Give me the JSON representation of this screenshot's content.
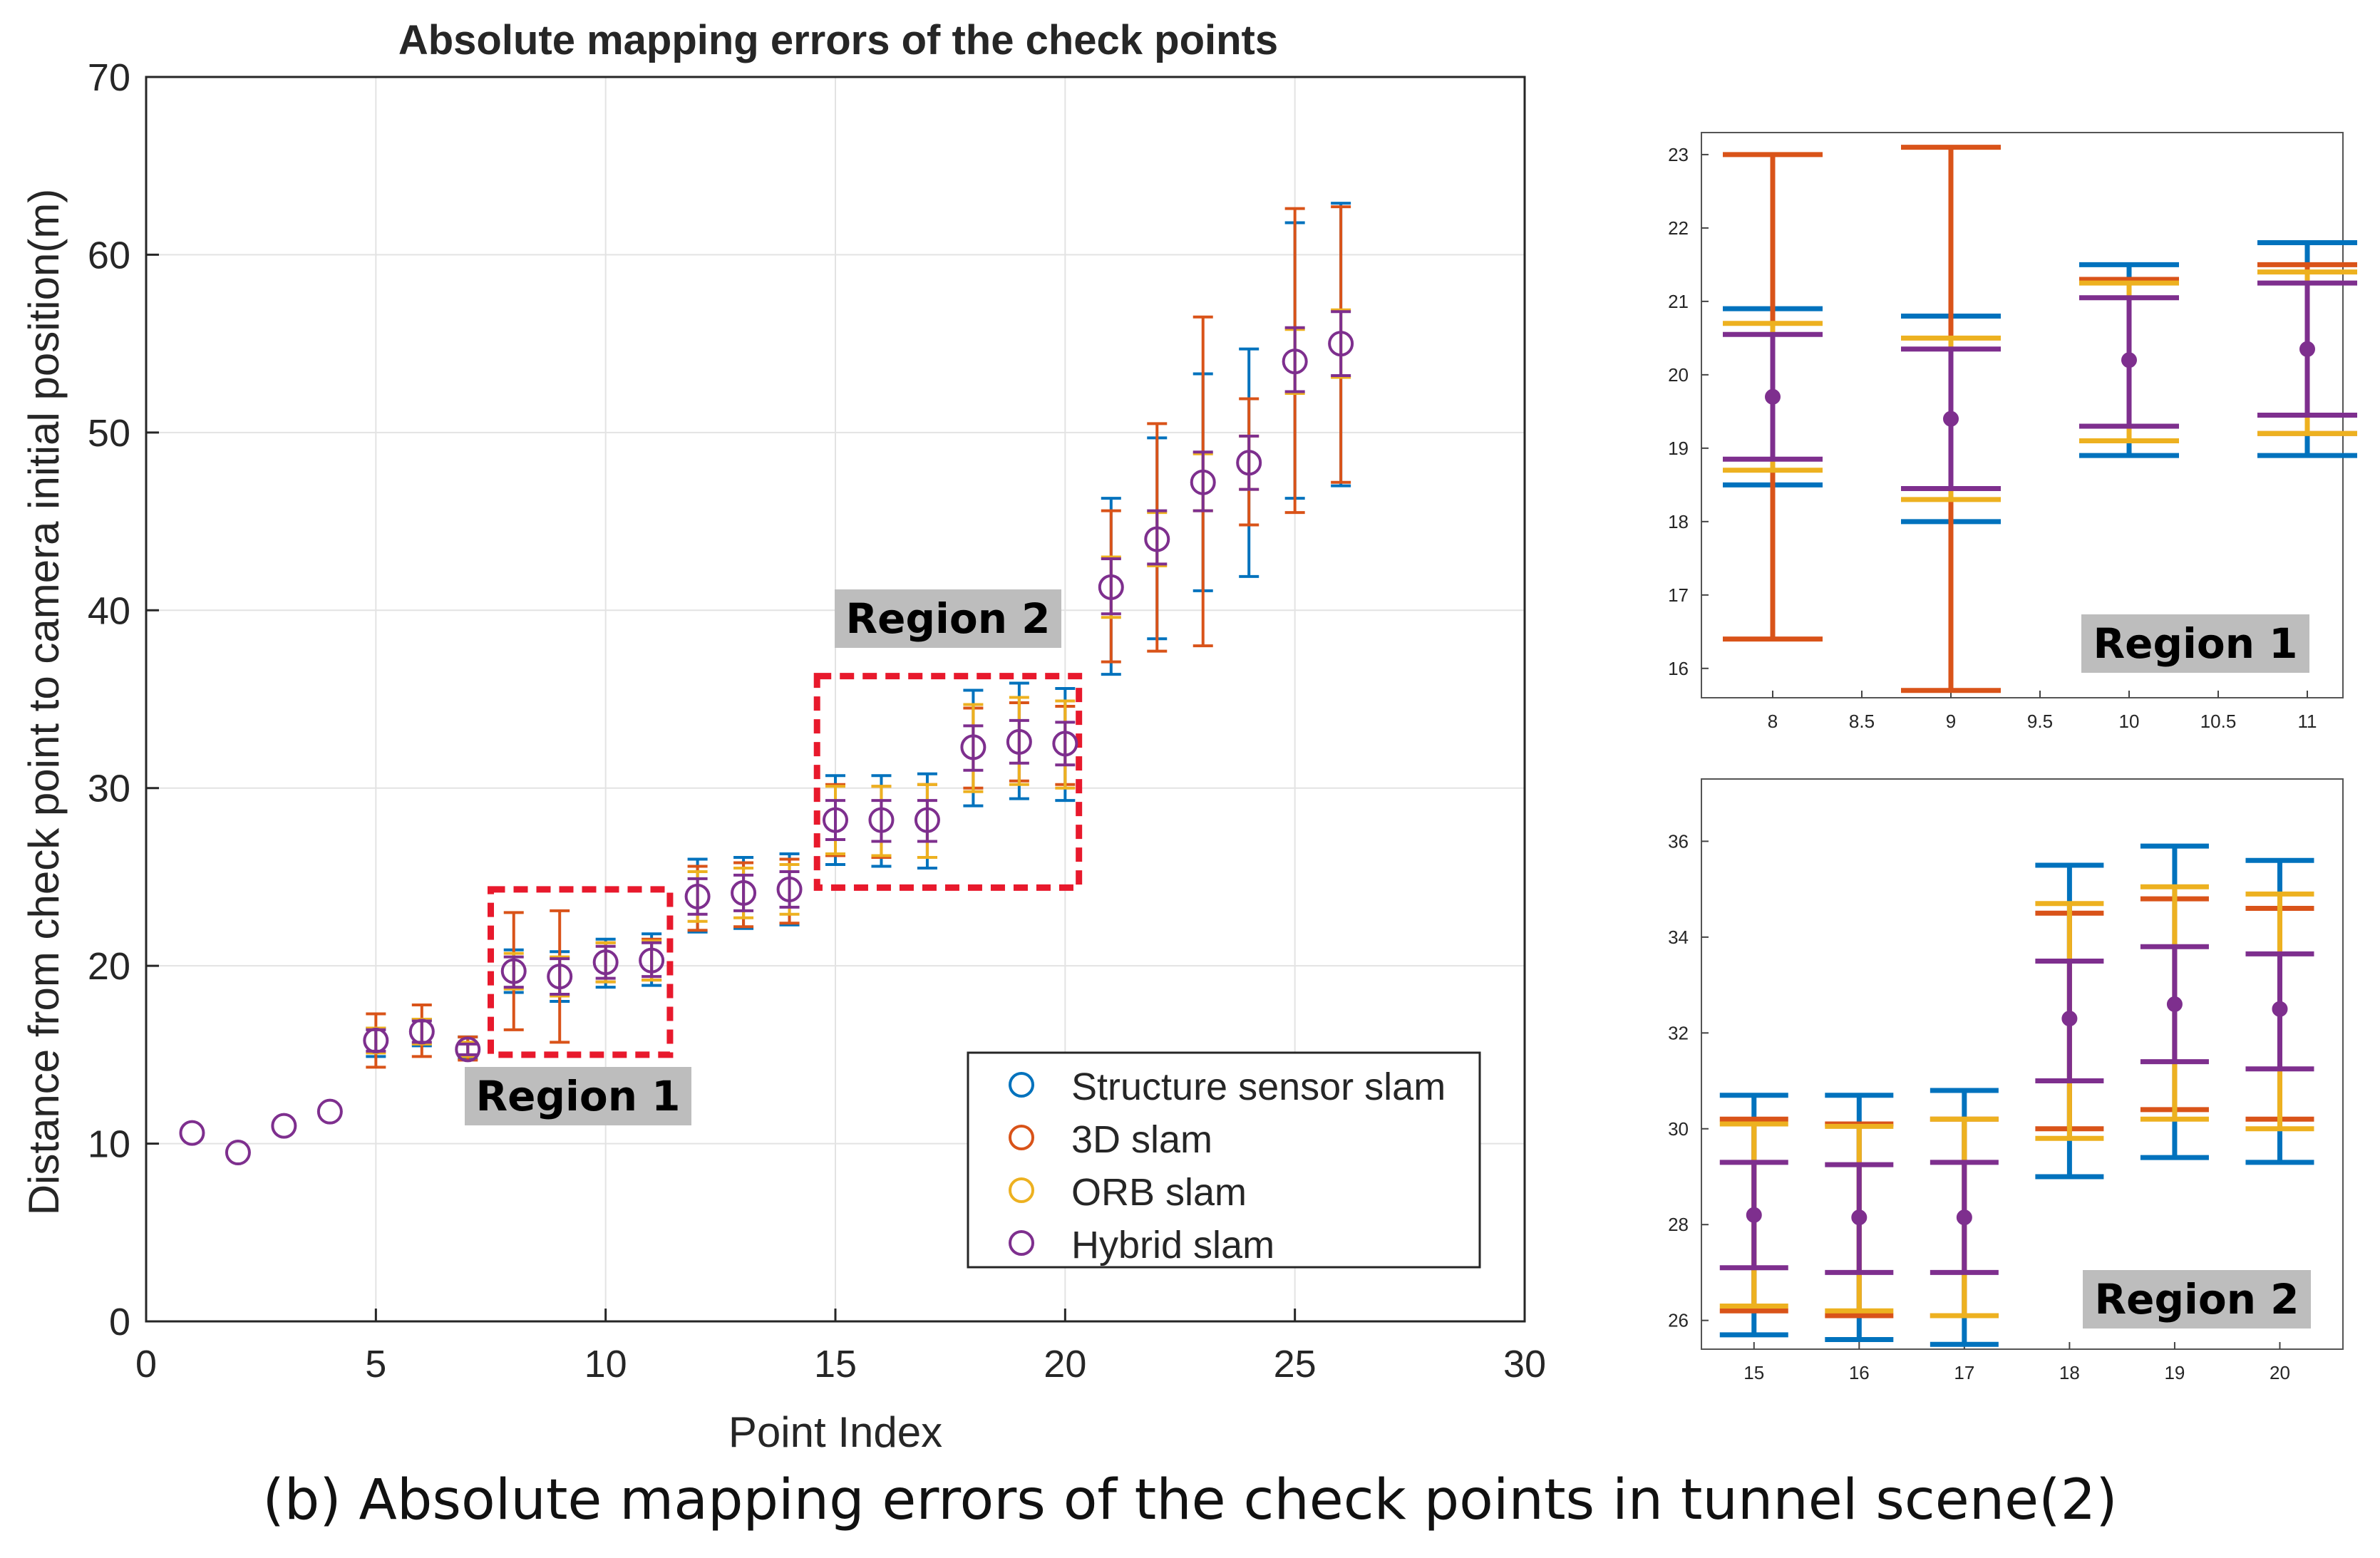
{
  "caption": "(b) Absolute mapping errors of the check points in tunnel scene(2)",
  "colors": {
    "structure": "#0072BD",
    "slam3d": "#D95319",
    "orb": "#EDB120",
    "hybrid": "#7E2F8E",
    "region_box": "#E8192C",
    "region_label_bg": "#BDBDBD"
  },
  "chart_data": [
    {
      "id": "main",
      "type": "scatter",
      "title": "Absolute mapping errors of the check points",
      "xlabel": "Point Index",
      "ylabel": "Distance from check point to camera initial position(m)",
      "xlim": [
        0,
        30
      ],
      "ylim": [
        0,
        70
      ],
      "xticks": [
        0,
        5,
        10,
        15,
        20,
        25,
        30
      ],
      "yticks": [
        0,
        10,
        20,
        30,
        40,
        50,
        60,
        70
      ],
      "grid": true,
      "legend_position": "bottom-right",
      "legend": [
        "Structure sensor slam",
        "3D slam",
        "ORB slam",
        "Hybrid slam"
      ],
      "x": [
        1,
        2,
        3,
        4,
        5,
        6,
        7,
        8,
        9,
        10,
        11,
        12,
        13,
        14,
        15,
        16,
        17,
        18,
        19,
        20,
        21,
        22,
        23,
        24,
        25,
        26
      ],
      "y": [
        10.6,
        9.5,
        11.0,
        11.8,
        15.8,
        16.3,
        15.3,
        19.7,
        19.4,
        20.2,
        20.3,
        23.9,
        24.1,
        24.3,
        28.2,
        28.2,
        28.2,
        32.3,
        32.6,
        32.5,
        41.3,
        44.0,
        47.2,
        48.3,
        54.0,
        55.0
      ],
      "series": [
        {
          "name": "Structure sensor slam",
          "key": "structure",
          "lo": [
            10.6,
            9.5,
            11.0,
            11.8,
            14.9,
            15.5,
            14.8,
            18.5,
            18.0,
            18.8,
            18.9,
            21.9,
            22.1,
            22.3,
            25.7,
            25.6,
            25.5,
            29.0,
            29.4,
            29.3,
            36.4,
            38.4,
            41.1,
            41.9,
            46.3,
            47.0
          ],
          "hi": [
            10.6,
            9.5,
            11.0,
            11.8,
            16.5,
            17.0,
            16.0,
            20.9,
            20.8,
            21.5,
            21.8,
            26.0,
            26.1,
            26.3,
            30.7,
            30.7,
            30.8,
            35.5,
            35.9,
            35.6,
            46.3,
            49.7,
            53.3,
            54.7,
            61.8,
            62.9
          ]
        },
        {
          "name": "3D slam",
          "key": "slam3d",
          "lo": [
            10.6,
            9.5,
            11.0,
            11.8,
            14.3,
            14.9,
            14.7,
            16.4,
            15.7,
            19.1,
            19.2,
            22.0,
            22.2,
            22.4,
            26.2,
            26.1,
            26.1,
            30.0,
            30.4,
            30.2,
            37.1,
            37.7,
            38.0,
            44.8,
            45.5,
            47.2
          ],
          "hi": [
            10.6,
            9.5,
            11.0,
            11.8,
            17.3,
            17.8,
            16.0,
            23.0,
            23.1,
            21.3,
            21.5,
            25.6,
            25.8,
            26.0,
            30.2,
            30.1,
            30.2,
            34.5,
            34.8,
            34.6,
            45.6,
            50.5,
            56.5,
            51.9,
            62.6,
            62.7
          ]
        },
        {
          "name": "ORB slam",
          "key": "orb",
          "lo": [
            10.6,
            9.5,
            11.0,
            11.8,
            15.1,
            15.6,
            14.9,
            18.7,
            18.3,
            19.1,
            19.2,
            22.5,
            22.7,
            22.9,
            26.3,
            26.2,
            26.1,
            29.8,
            30.2,
            30.0,
            39.6,
            42.5,
            45.6,
            46.8,
            52.2,
            53.1
          ],
          "hi": [
            10.6,
            9.5,
            11.0,
            11.8,
            16.5,
            17.0,
            15.7,
            20.7,
            20.5,
            21.3,
            21.4,
            25.3,
            25.5,
            25.7,
            30.1,
            30.1,
            30.2,
            34.7,
            35.1,
            34.9,
            43.0,
            45.5,
            48.8,
            49.8,
            55.8,
            56.9
          ]
        },
        {
          "name": "Hybrid slam",
          "key": "hybrid",
          "lo": [
            10.6,
            9.5,
            11.0,
            11.8,
            15.2,
            15.7,
            15.0,
            18.8,
            18.4,
            19.3,
            19.4,
            22.9,
            23.1,
            23.3,
            27.1,
            27.0,
            27.0,
            31.0,
            31.4,
            31.3,
            39.8,
            42.6,
            45.6,
            46.8,
            52.3,
            53.2
          ],
          "hi": [
            10.6,
            9.5,
            11.0,
            11.8,
            16.4,
            16.9,
            15.6,
            20.5,
            20.4,
            21.1,
            21.3,
            24.9,
            25.1,
            25.3,
            29.3,
            29.3,
            29.3,
            33.5,
            33.8,
            33.7,
            42.9,
            45.6,
            48.9,
            49.8,
            55.9,
            56.8
          ]
        }
      ],
      "regions": [
        {
          "label": "Region 1",
          "x0": 7.5,
          "x1": 11.4,
          "y0": 15.0,
          "y1": 24.3
        },
        {
          "label": "Region 2",
          "x0": 14.6,
          "x1": 20.3,
          "y0": 24.4,
          "y1": 36.3
        }
      ]
    },
    {
      "id": "region1",
      "type": "scatter",
      "label": "Region 1",
      "xlim": [
        7.6,
        11.2
      ],
      "ylim": [
        15.6,
        23.3
      ],
      "xticks": [
        8,
        8.5,
        9,
        9.5,
        10,
        10.5,
        11
      ],
      "yticks": [
        16,
        17,
        18,
        19,
        20,
        21,
        22,
        23
      ],
      "x": [
        8,
        9,
        10,
        11
      ],
      "y": [
        19.7,
        19.4,
        20.2,
        20.35
      ],
      "series": [
        {
          "key": "structure",
          "lo": [
            18.5,
            18.0,
            18.9,
            18.9
          ],
          "hi": [
            20.9,
            20.8,
            21.5,
            21.8
          ]
        },
        {
          "key": "slam3d",
          "lo": [
            16.4,
            15.7,
            19.1,
            19.2
          ],
          "hi": [
            23.0,
            23.1,
            21.3,
            21.5
          ]
        },
        {
          "key": "orb",
          "lo": [
            18.7,
            18.3,
            19.1,
            19.2
          ],
          "hi": [
            20.7,
            20.5,
            21.25,
            21.4
          ]
        },
        {
          "key": "hybrid",
          "lo": [
            18.85,
            18.45,
            19.3,
            19.45
          ],
          "hi": [
            20.55,
            20.35,
            21.05,
            21.25
          ]
        }
      ]
    },
    {
      "id": "region2",
      "type": "scatter",
      "label": "Region 2",
      "xlim": [
        14.5,
        20.6
      ],
      "ylim": [
        25.4,
        37.3
      ],
      "xticks": [
        15,
        16,
        17,
        18,
        19,
        20
      ],
      "yticks": [
        26,
        28,
        30,
        32,
        34,
        36
      ],
      "x": [
        15,
        16,
        17,
        18,
        19,
        20
      ],
      "y": [
        28.2,
        28.15,
        28.15,
        32.3,
        32.6,
        32.5
      ],
      "series": [
        {
          "key": "structure",
          "lo": [
            25.7,
            25.6,
            25.5,
            29.0,
            29.4,
            29.3
          ],
          "hi": [
            30.7,
            30.7,
            30.8,
            35.5,
            35.9,
            35.6
          ]
        },
        {
          "key": "slam3d",
          "lo": [
            26.2,
            26.1,
            26.1,
            30.0,
            30.4,
            30.2
          ],
          "hi": [
            30.2,
            30.1,
            30.2,
            34.5,
            34.8,
            34.6
          ]
        },
        {
          "key": "orb",
          "lo": [
            26.3,
            26.2,
            26.1,
            29.8,
            30.2,
            30.0
          ],
          "hi": [
            30.1,
            30.05,
            30.2,
            34.7,
            35.05,
            34.9
          ]
        },
        {
          "key": "hybrid",
          "lo": [
            27.1,
            27.0,
            27.0,
            31.0,
            31.4,
            31.25
          ],
          "hi": [
            29.3,
            29.25,
            29.3,
            33.5,
            33.8,
            33.65
          ]
        }
      ]
    }
  ]
}
